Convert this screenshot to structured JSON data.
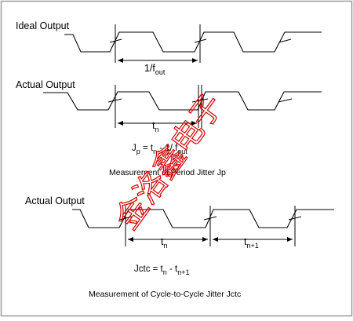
{
  "labels": {
    "ideal_output": "Ideal Output",
    "actual_output_1": "Actual Output",
    "actual_output_2": "Actual Output"
  },
  "measures": {
    "period_1_prefix": "1/f",
    "period_1_sub": "out",
    "tn_1_main": "t",
    "tn_1_sub": "n",
    "tn_2_main": "t",
    "tn_2_sub": "n",
    "tn1_main": "t",
    "tn1_sub": "n+1"
  },
  "equations": {
    "period_jitter": {
      "a": "J",
      "a_sub": "p",
      "b": " = t",
      "b_sub": "n",
      "c": " - 1/ f",
      "c_sub": "out"
    },
    "cycle_jitter": {
      "a": "Jctc = t",
      "a_sub": "n",
      "b": " - t",
      "b_sub": "n+1"
    }
  },
  "captions": {
    "period_jitter": "Measurement of Period Jitter Jp",
    "cycle_jitter": "Measurement of Cycle-to-Cycle Jitter Jctc"
  },
  "watermark": "金洛鑫电子",
  "colors": {
    "border": "#9a9a9a",
    "watermark": "#d40000",
    "line": "#000000"
  }
}
